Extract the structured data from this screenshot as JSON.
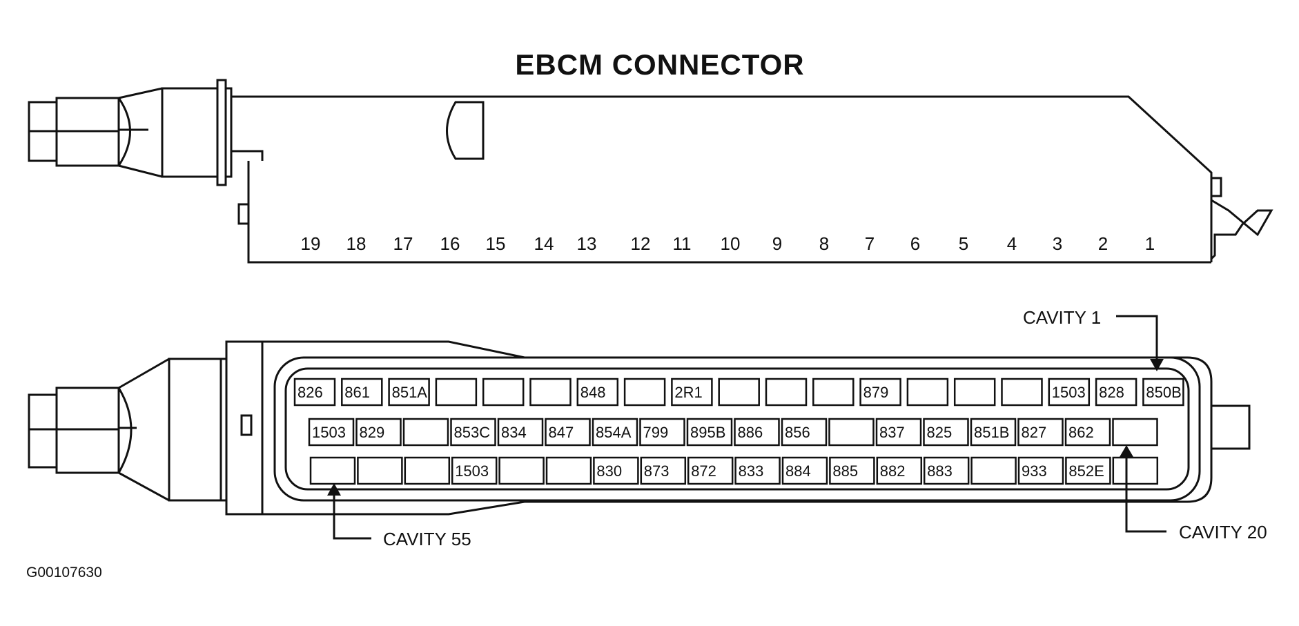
{
  "title": "EBCM CONNECTOR",
  "figure_id": "G00107630",
  "pin_numbers": [
    "19",
    "18",
    "17",
    "16",
    "15",
    "14",
    "13",
    "12",
    "11",
    "10",
    "9",
    "8",
    "7",
    "6",
    "5",
    "4",
    "3",
    "2",
    "1"
  ],
  "rows": {
    "top": [
      "826",
      "861",
      "851A",
      "",
      "",
      "",
      "848",
      "",
      "2R1",
      "",
      "",
      "",
      "879",
      "",
      "",
      "",
      "1503",
      "828",
      "850B"
    ],
    "middle": [
      "1503",
      "829",
      "",
      "853C",
      "834",
      "847",
      "854A",
      "799",
      "895B",
      "886",
      "856",
      "",
      "837",
      "825",
      "851B",
      "827",
      "862",
      ""
    ],
    "bottom": [
      "",
      "",
      "",
      "1503",
      "",
      "",
      "830",
      "873",
      "872",
      "833",
      "884",
      "885",
      "882",
      "883",
      "",
      "933",
      "852E",
      ""
    ]
  },
  "callouts": {
    "cavity_1": "CAVITY 1",
    "cavity_20": "CAVITY 20",
    "cavity_55": "CAVITY 55"
  }
}
